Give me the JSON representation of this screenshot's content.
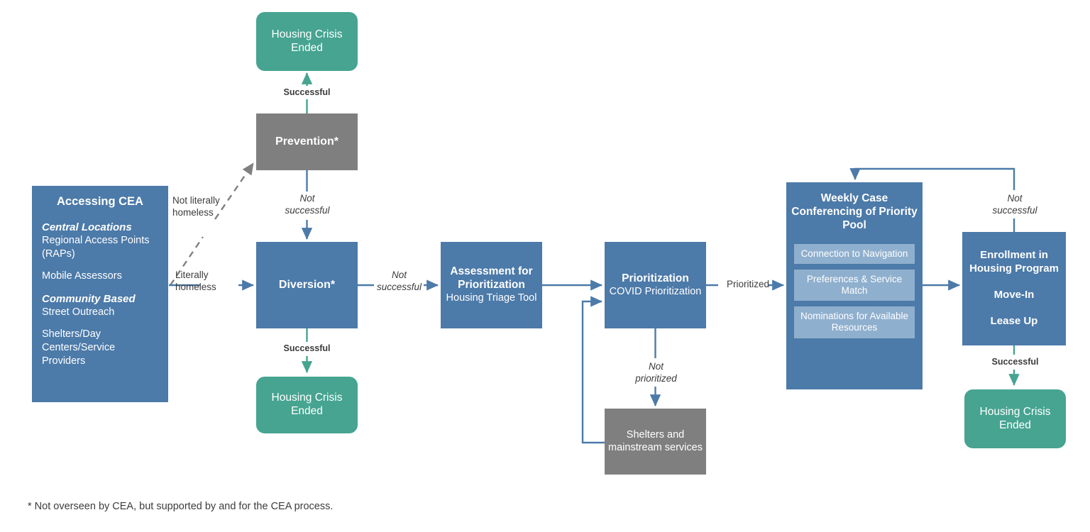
{
  "diagram": {
    "title_footnote": "* Not overseen by CEA, but supported by and for the CEA process.",
    "colors": {
      "blue": "#4c7aa9",
      "gray": "#7f7f7f",
      "green": "#46a491",
      "light_blue": "#8fafce",
      "arrow_blue": "#4c7aa9",
      "arrow_green": "#46a491",
      "dashed_gray": "#808080"
    }
  },
  "nodes": {
    "accessing_cea": {
      "title": "Accessing CEA",
      "section_1_header": "Central Locations",
      "section_1_line_1": "Regional Access Points (RAPs)",
      "section_1_line_2": "Mobile Assessors",
      "section_2_header": "Community Based",
      "section_2_line_1": "Street Outreach",
      "section_2_line_2": "Shelters/Day Centers/Service Providers"
    },
    "housing_crisis_ended_top": {
      "label": "Housing Crisis Ended"
    },
    "prevention": {
      "label": "Prevention*"
    },
    "diversion": {
      "label": "Diversion*"
    },
    "housing_crisis_ended_mid": {
      "label": "Housing Crisis Ended"
    },
    "assessment": {
      "title": "Assessment for Prioritization",
      "subtitle": "Housing Triage Tool"
    },
    "prioritization": {
      "title": "Prioritization",
      "subtitle": "COVID Prioritization"
    },
    "shelters": {
      "label": "Shelters and mainstream services"
    },
    "weekly_case_conferencing": {
      "title": "Weekly Case Conferencing of Priority Pool",
      "sub_items": [
        "Connection to Navigation",
        "Preferences & Service Match",
        "Nominations for Available Resources"
      ]
    },
    "enrollment": {
      "line_1": "Enrollment in Housing Program",
      "line_2": "Move-In",
      "line_3": "Lease Up"
    },
    "housing_crisis_ended_right": {
      "label": "Housing Crisis Ended"
    }
  },
  "edge_labels": {
    "successful_top": "Successful",
    "not_successful_prevention": "Not\nsuccessful",
    "not_literally_homeless": "Not literally\nhomeless",
    "literally_homeless": "Literally\nhomeless",
    "not_successful_diversion": "Not\nsuccessful",
    "successful_diversion": "Successful",
    "not_prioritized": "Not\nprioritized",
    "prioritized": "Prioritized",
    "not_successful_enrollment": "Not\nsuccessful",
    "successful_enrollment": "Successful"
  }
}
